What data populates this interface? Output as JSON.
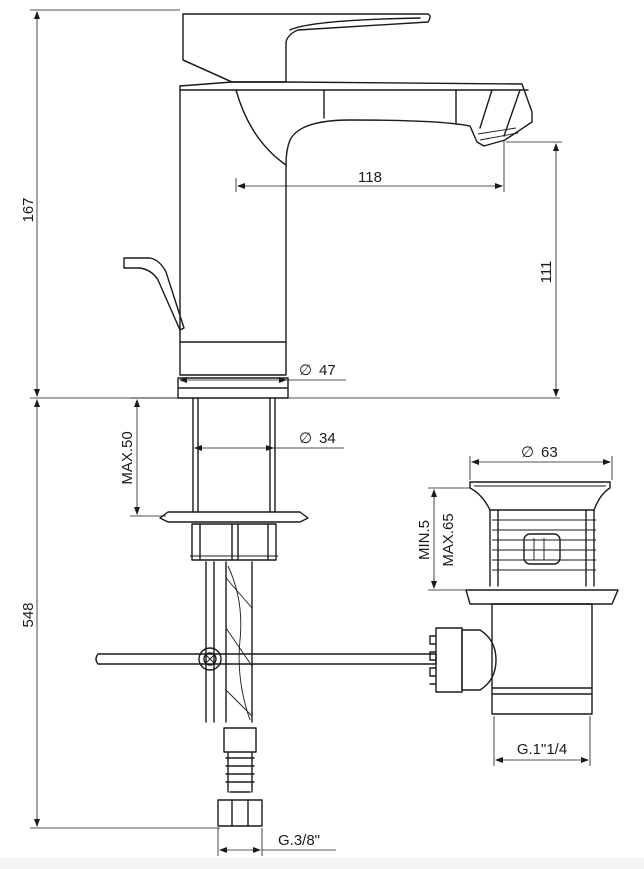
{
  "dimensions": {
    "total_height_top": "167",
    "total_height_bottom": "548",
    "spout_reach": "118",
    "spout_height": "111",
    "base_diameter": "47",
    "shank_diameter": "34",
    "max_thickness": "MAX.50",
    "waste_diameter": "63",
    "waste_min": "MIN.5",
    "waste_max": "MAX.65",
    "waste_thread": "G.1\"1/4",
    "hose_thread": "G.3/8\""
  },
  "symbols": {
    "diameter": "∅"
  }
}
